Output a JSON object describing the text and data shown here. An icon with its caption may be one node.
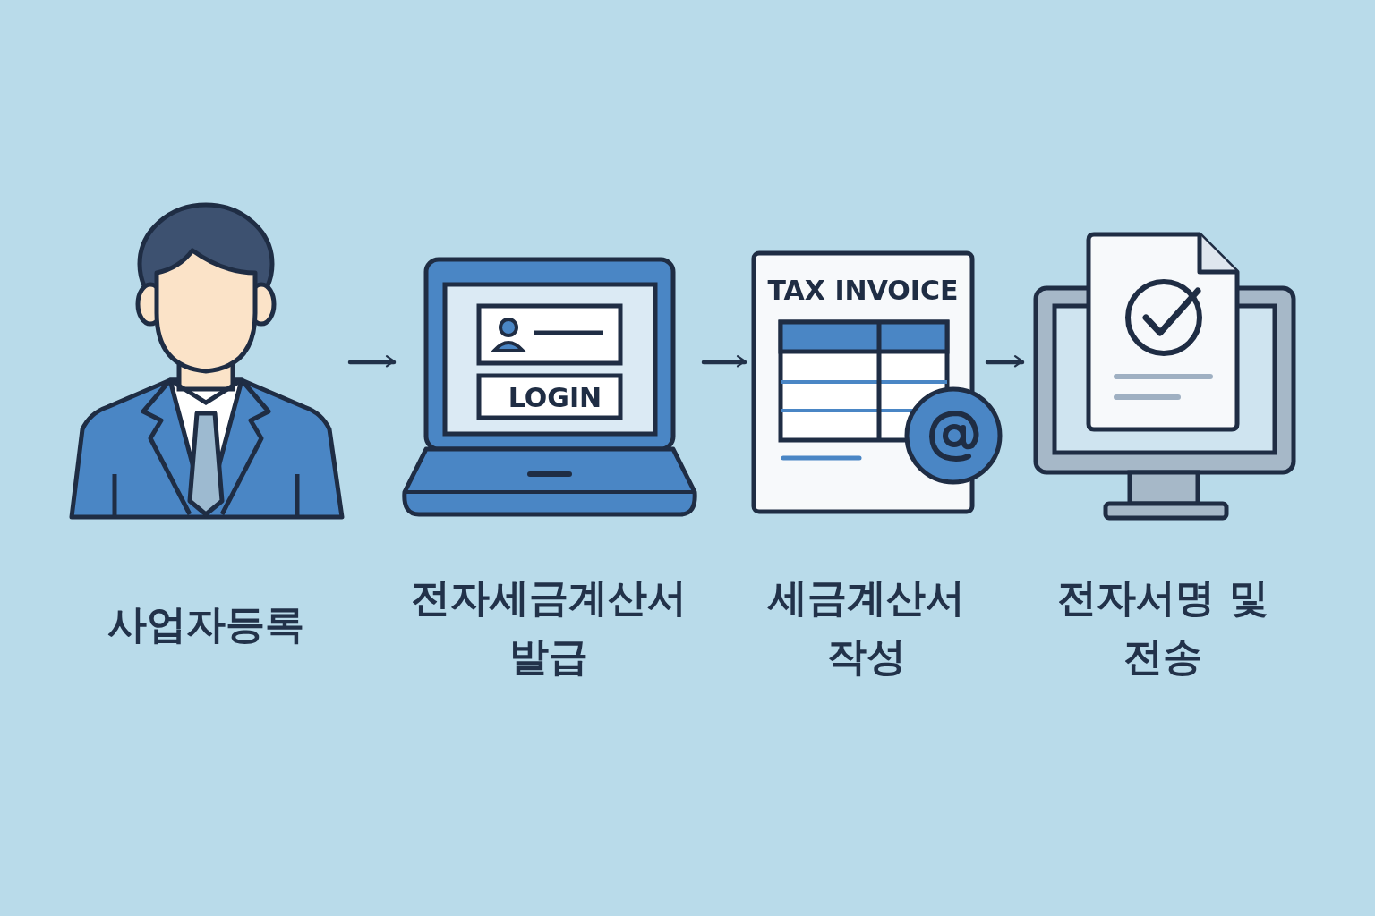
{
  "diagram": {
    "nodes": [
      {
        "text": [
          "사업자등록"
        ]
      },
      {
        "text": [
          "전자세금계산서 발급"
        ]
      },
      {
        "text": [
          "세금계산서 작성"
        ]
      },
      {
        "text": [
          "전자서명 및 전송"
        ]
      }
    ],
    "edges": [
      {
        "from": 0,
        "to": 1,
        "arrow": "to"
      },
      {
        "from": 1,
        "to": 2,
        "arrow": "to"
      },
      {
        "from": 2,
        "to": 3,
        "arrow": "to"
      }
    ],
    "labels": [
      "LOGIN",
      "TAX INVOICE"
    ]
  }
}
